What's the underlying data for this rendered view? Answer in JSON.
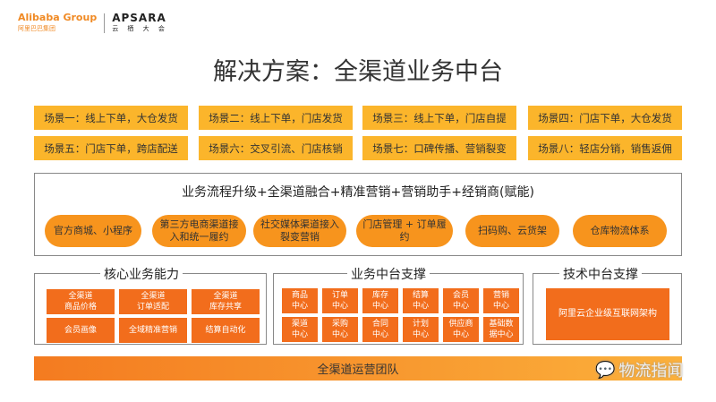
{
  "logo": {
    "alibaba": "Alibaba Group",
    "alibaba_cn": "阿里巴巴集团",
    "apsara": "APSARA",
    "apsara_cn": "云 栖 大 会"
  },
  "title": "解决方案：全渠道业务中台",
  "scenes": [
    "场景一：线上下单，大仓发货",
    "场景二：线上下单，门店发货",
    "场景三：线上下单，门店自提",
    "场景四：门店下单，大仓发货",
    "场景五：门店下单，跨店配送",
    "场景六：交叉引流、门店核销",
    "场景七：口碑传播、营销裂变",
    "场景八：轻店分销，销售返佣"
  ],
  "flow": {
    "heading": "业务流程升级+全渠道融合+精准营销+营销助手+经销商(赋能)",
    "pills": [
      "官方商城、小程序",
      "第三方电商渠道接入和统一履约",
      "社交媒体渠道接入裂变营销",
      "门店管理 + 订单履约",
      "扫码购、云货架",
      "仓库物流体系"
    ]
  },
  "core": {
    "title": "核心业务能力",
    "items": [
      "全渠道\n商品价格",
      "全渠道\n订单适配",
      "全渠道\n库存共享",
      "会员画像",
      "全域精准营销",
      "结算自动化"
    ]
  },
  "middle": {
    "title": "业务中台支撑",
    "items": [
      "商品\n中心",
      "订单\n中心",
      "库存\n中心",
      "结算\n中心",
      "会员\n中心",
      "营销\n中心",
      "渠道\n中心",
      "采购\n中心",
      "合同\n中心",
      "计划\n中心",
      "供应商\n中心",
      "基础数\n据中心"
    ]
  },
  "tech": {
    "title": "技术中台支撑",
    "item": "阿里云企业级互联网架构"
  },
  "bottom_bar": "全渠道运营团队",
  "watermark": "物流指闻"
}
